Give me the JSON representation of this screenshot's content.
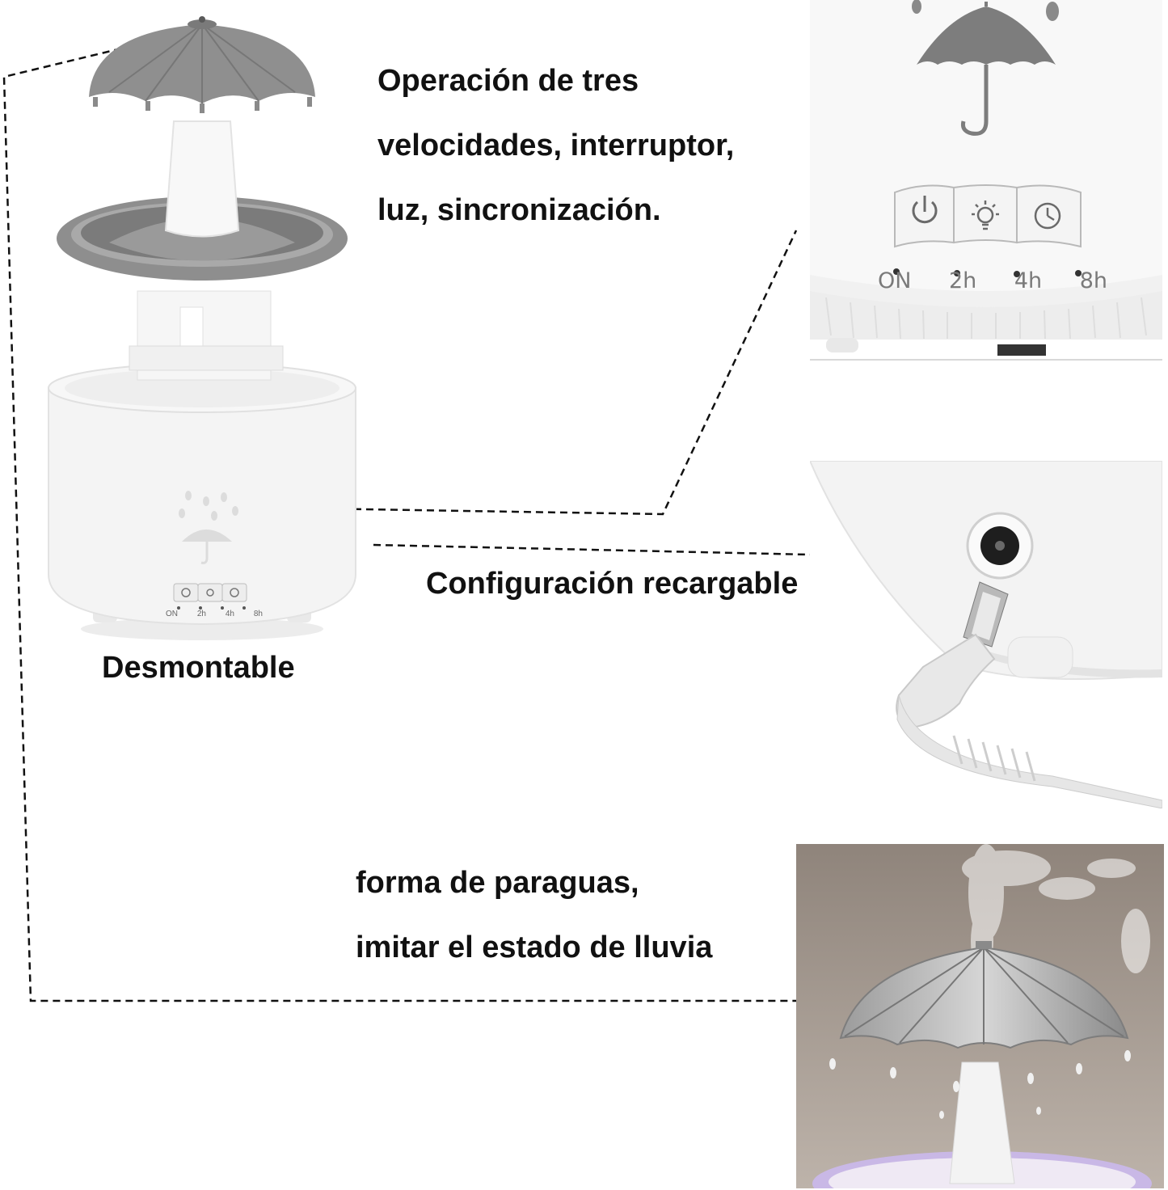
{
  "captions": {
    "three_speed": [
      "Operación de tres",
      "velocidades, interruptor,",
      "luz, sincronización."
    ],
    "rechargeable": "Configuración recargable",
    "detachable": "Desmontable",
    "umbrella": [
      "forma de paraguas,",
      "imitar el estado de lluvia"
    ]
  },
  "panel_labels": [
    "ON",
    "2h",
    "4h",
    "8h"
  ],
  "colors": {
    "umbrella_grey": "#8f8f8f",
    "body_white": "#f4f4f4",
    "leader_line": "#111111",
    "photo_bg": "#a79d94"
  },
  "icons": [
    "umbrella-icon",
    "power-icon",
    "light-bulb-icon",
    "clock-icon",
    "raindrop-icon"
  ]
}
